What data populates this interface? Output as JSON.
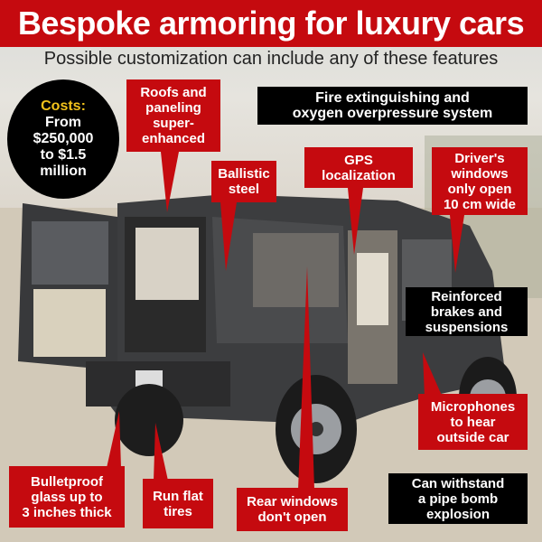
{
  "title": "Bespoke armoring for luxury cars",
  "subtitle": "Possible customization can include any of these features",
  "costs": {
    "label": "Costs:",
    "text": "From\n$250,000\nto $1.5\nmillion"
  },
  "callouts": {
    "roofs": "Roofs and\npaneling\nsuper-\nenhanced",
    "fire": "Fire extinguishing and\noxygen overpressure system",
    "ballistic": "Ballistic\nsteel",
    "gps": "GPS\nlocalization",
    "driver": "Driver's\nwindows\nonly open\n10 cm wide",
    "brakes": "Reinforced\nbrakes and\nsuspensions",
    "microphones": "Microphones\nto hear\noutside car",
    "bomb": "Can withstand\na pipe bomb\nexplosion",
    "bulletproof": "Bulletproof\nglass up to\n3 inches thick",
    "runflat": "Run flat\ntires",
    "rearwindows": "Rear windows\ndon't open"
  },
  "colors": {
    "red": "#c50a0f",
    "black": "#000000",
    "gold": "#f2c21b"
  }
}
